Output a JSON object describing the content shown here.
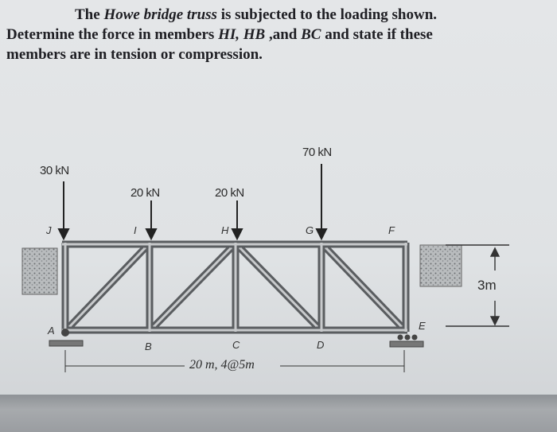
{
  "problem": {
    "line1_a": "The ",
    "line1_b": "Howe bridge truss",
    "line1_c": " is subjected to the loading shown.",
    "line2_a": "Determine the force in members ",
    "line2_b": "HI, HB",
    "line2_c": " ,and ",
    "line2_d": "BC",
    "line2_e": " and state if these",
    "line3": "members are in tension or compression."
  },
  "loads": {
    "j": "30 kN",
    "i": "20 kN",
    "h": "20 kN",
    "g": "70 kN"
  },
  "nodes": {
    "A": "A",
    "B": "B",
    "C": "C",
    "D": "D",
    "E": "E",
    "F": "F",
    "G": "G",
    "H": "H",
    "I": "I",
    "J": "J"
  },
  "dimensions": {
    "span": "20 m, 4@5m",
    "height": "3m"
  }
}
